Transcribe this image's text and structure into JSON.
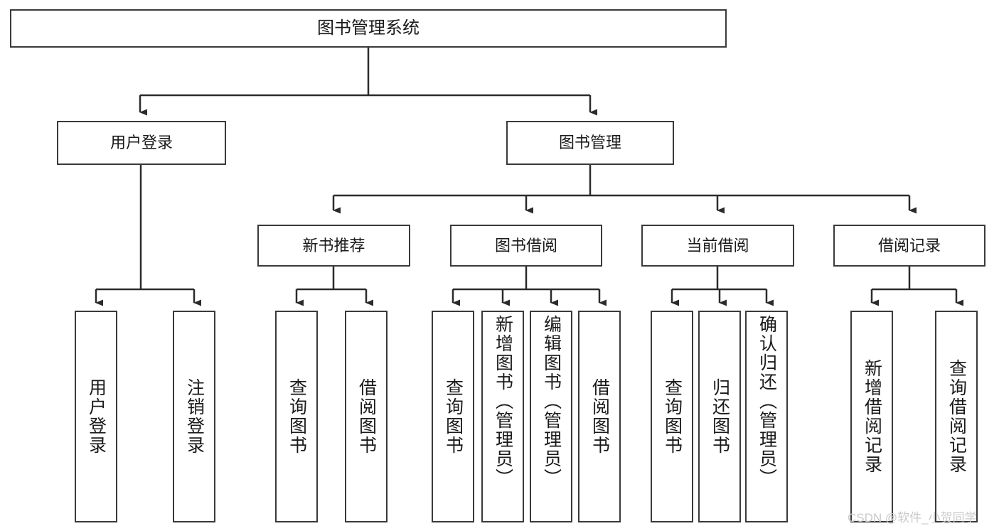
{
  "diagram": {
    "title": "图书管理系统",
    "type": "hierarchy-tree",
    "root": {
      "label": "图书管理系统"
    },
    "level1": [
      {
        "label": "用户登录"
      },
      {
        "label": "图书管理"
      }
    ],
    "level2": [
      {
        "label": "新书推荐"
      },
      {
        "label": "图书借阅"
      },
      {
        "label": "当前借阅"
      },
      {
        "label": "借阅记录"
      }
    ],
    "leaves": {
      "user_login": [
        {
          "label": "用户登录"
        },
        {
          "label": "注销登录"
        }
      ],
      "new_book_recommend": [
        {
          "label": "查询图书"
        },
        {
          "label": "借阅图书"
        }
      ],
      "book_borrow": [
        {
          "label": "查询图书"
        },
        {
          "label": "新增图书（管理员）"
        },
        {
          "label": "编辑图书（管理员）"
        },
        {
          "label": "借阅图书"
        }
      ],
      "current_borrow": [
        {
          "label": "查询图书"
        },
        {
          "label": "归还图书"
        },
        {
          "label": "确认归还（管理员）"
        }
      ],
      "borrow_record": [
        {
          "label": "新增借阅记录"
        },
        {
          "label": "查询借阅记录"
        }
      ]
    }
  },
  "watermark": {
    "text": "CSDN @软件_小贺同学"
  },
  "colors": {
    "stroke": "#3a3a3a",
    "text": "#1a1a1a",
    "background": "#ffffff",
    "watermark": "#c9c9c9"
  }
}
